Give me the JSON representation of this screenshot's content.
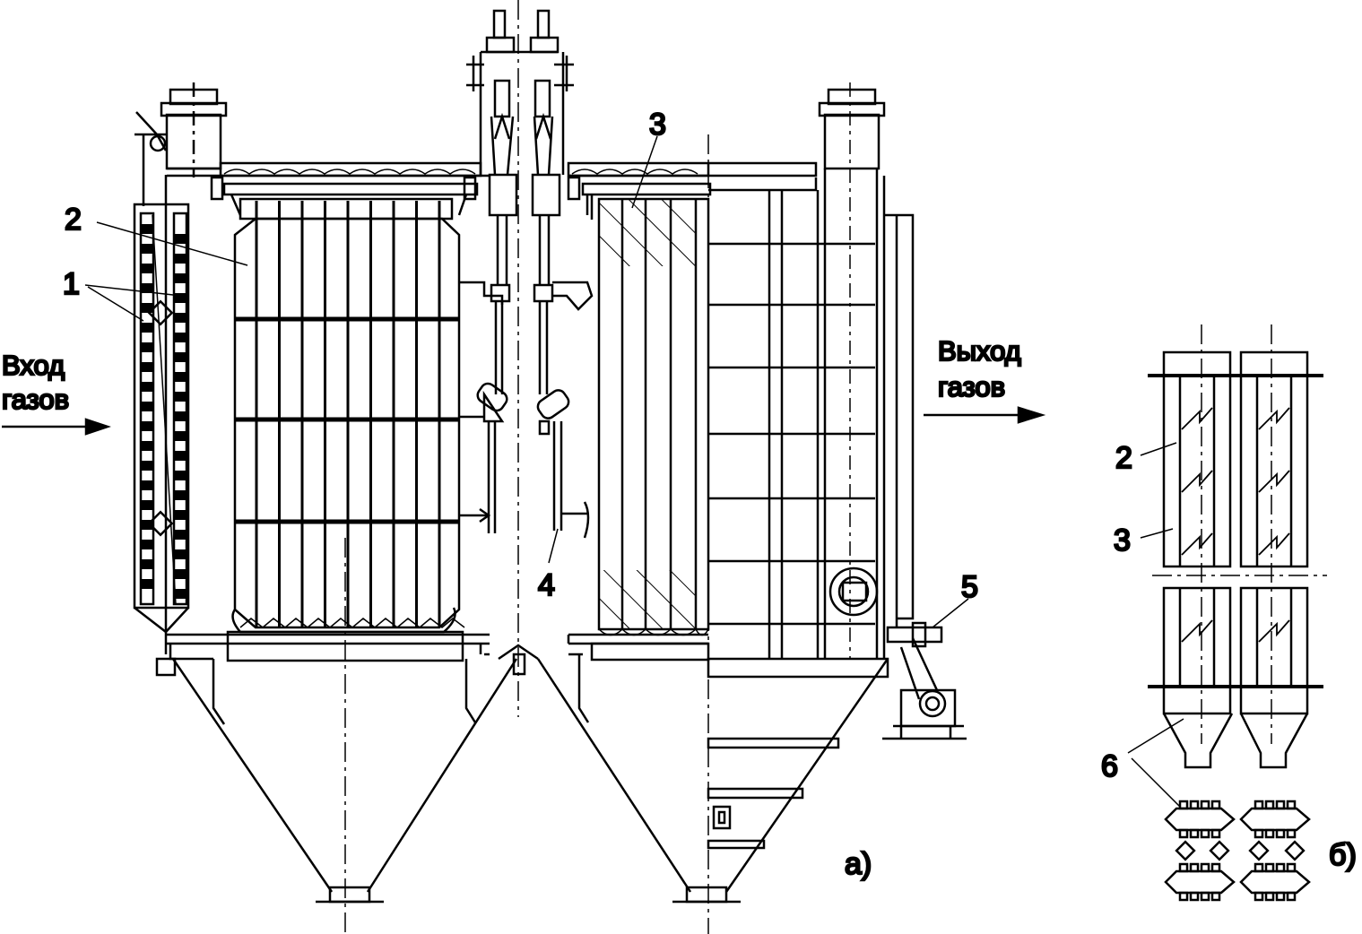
{
  "figure": {
    "inlet_line1": "Вход",
    "inlet_line2": "газов",
    "outlet_line1": "Выход",
    "outlet_line2": "газов",
    "part_a_label": "а)",
    "part_b_label": "б)",
    "callouts": {
      "c1": "1",
      "c2": "2",
      "c3": "3",
      "c4": "4",
      "c5": "5",
      "b2": "2",
      "b3": "3",
      "b6": "6"
    }
  }
}
